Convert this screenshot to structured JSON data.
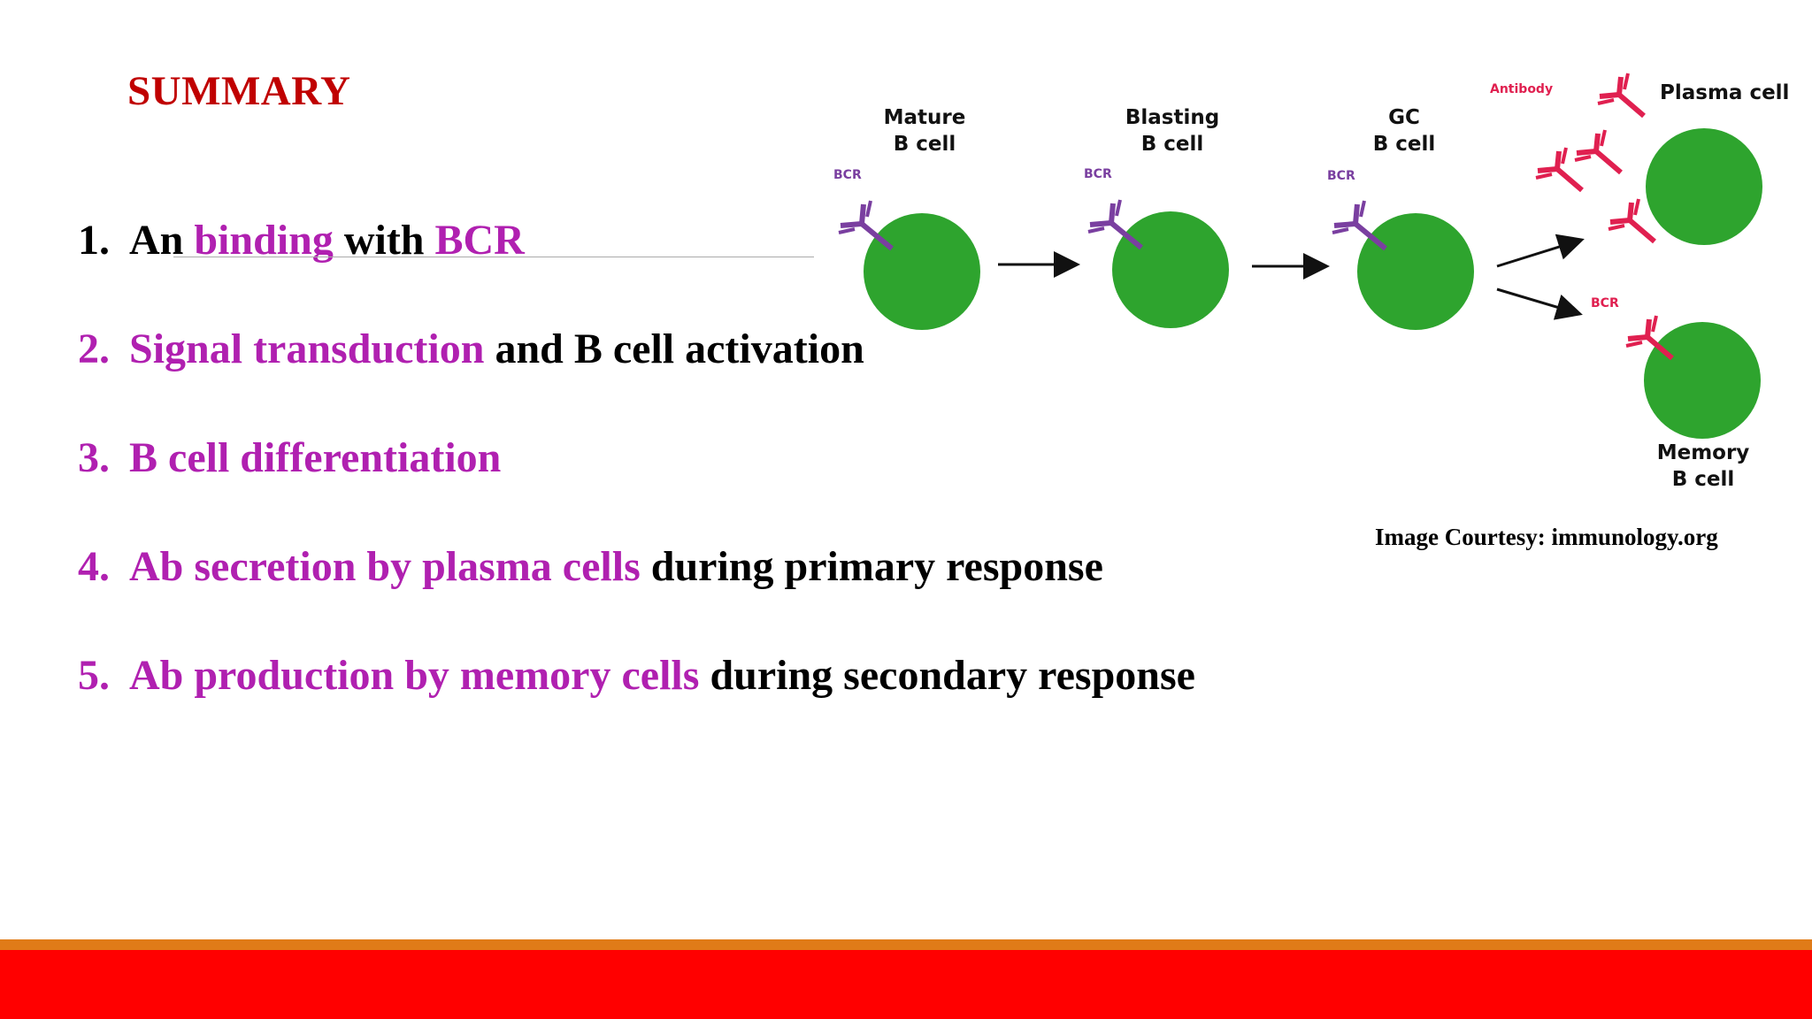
{
  "slide": {
    "title": "SUMMARY",
    "items": [
      {
        "num": "1.",
        "parts": [
          "An ",
          "binding",
          " with ",
          "BCR"
        ]
      },
      {
        "num": "2.",
        "parts": [
          "Signal transduction",
          " and B cell activation"
        ]
      },
      {
        "num": "3.",
        "parts": [
          "B cell differentiation"
        ]
      },
      {
        "num": "4.",
        "parts": [
          "Ab secretion by plasma cells",
          " during primary response"
        ]
      },
      {
        "num": "5.",
        "parts": [
          "Ab production by memory cells",
          " during secondary response"
        ]
      }
    ],
    "courtesy": "Image Courtesy: immunology.org"
  },
  "figure": {
    "labels": {
      "mature_l1": "Mature",
      "mature_l2": "B cell",
      "blasting_l1": "Blasting",
      "blasting_l2": "B cell",
      "gc_l1": "GC",
      "gc_l2": "B cell",
      "plasma": "Plasma cell",
      "memory_l1": "Memory",
      "memory_l2": "B cell",
      "bcr1": "BCR",
      "bcr2": "BCR",
      "bcr3": "BCR",
      "bcr4": "BCR",
      "antibody": "Antibody"
    }
  },
  "colors": {
    "title": "#c00000",
    "highlight": "#b020b0",
    "cell": "#2ea42e",
    "bcr_purple": "#7a3fa0",
    "antibody_red": "#e02050",
    "footer_orange": "#e07b18",
    "footer_red": "#ff0000"
  }
}
